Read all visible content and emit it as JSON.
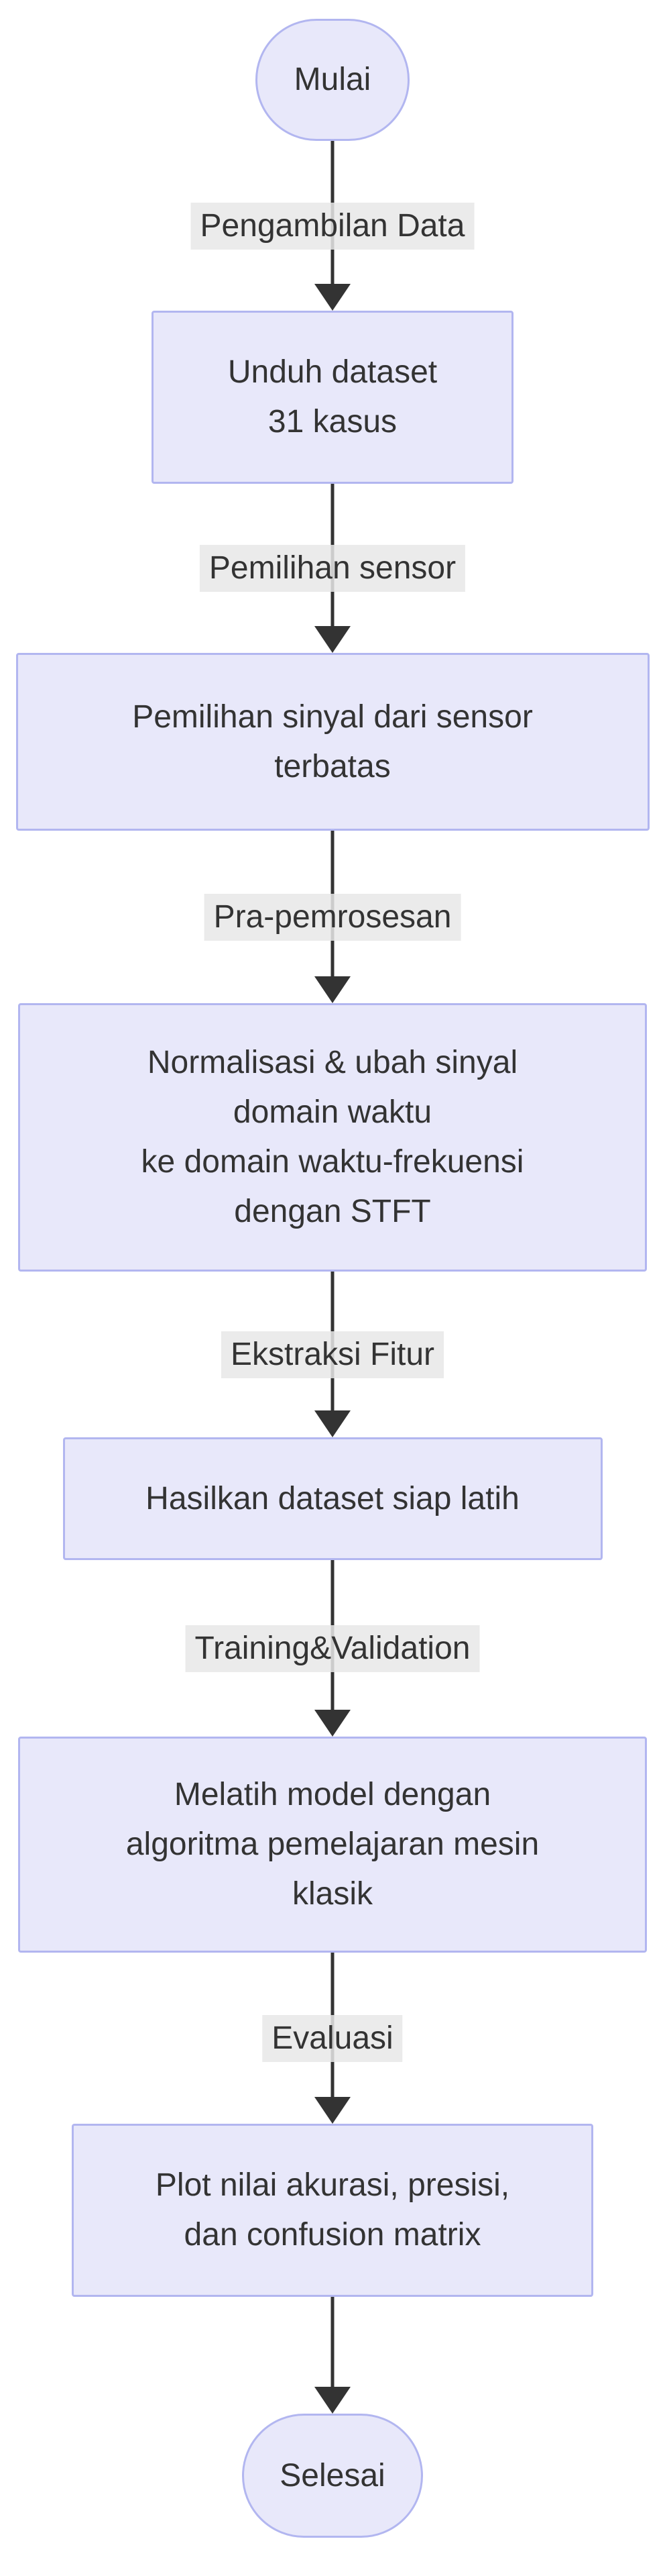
{
  "theme": {
    "background": "#FFFFFF",
    "node_fill": "#E8E8FA",
    "node_border": "#B2B6F0",
    "text_color": "#333333",
    "edge_color": "#333333",
    "label_bg": "#E8E8E8"
  },
  "flow": {
    "start": {
      "label": "Mulai"
    },
    "end": {
      "label": "Selesai"
    },
    "steps": [
      {
        "edge_label": "Pengambilan Data",
        "node_label": "Unduh dataset\n31 kasus"
      },
      {
        "edge_label": "Pemilihan sensor",
        "node_label": "Pemilihan sinyal dari sensor\nterbatas"
      },
      {
        "edge_label": "Pra-pemrosesan",
        "node_label": "Normalisasi & ubah sinyal\ndomain waktu\nke domain waktu-frekuensi\ndengan STFT"
      },
      {
        "edge_label": "Ekstraksi Fitur",
        "node_label": "Hasilkan dataset siap latih"
      },
      {
        "edge_label": "Training&Validation",
        "node_label": "Melatih model dengan\nalgoritma pemelajaran mesin\nklasik"
      },
      {
        "edge_label": "Evaluasi",
        "node_label": "Plot nilai akurasi, presisi,\ndan confusion matrix"
      }
    ]
  }
}
